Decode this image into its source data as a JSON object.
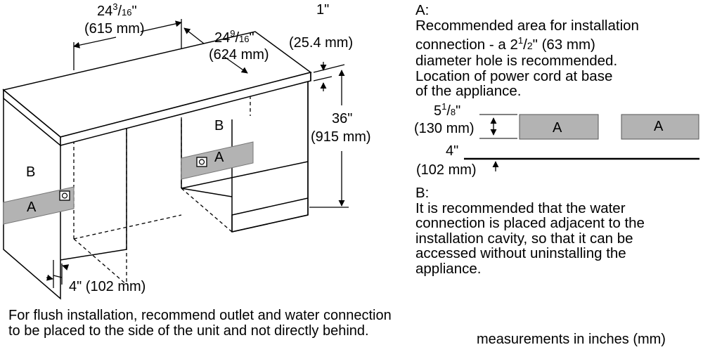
{
  "dimensions": {
    "depth_cabinet": {
      "whole": "24",
      "frac": "3",
      "denom": "16",
      "inch": "\"",
      "mm": "(615 mm)"
    },
    "depth_top": {
      "whole": "24",
      "frac": "9",
      "denom": "16",
      "inch": "\"",
      "mm": "(624 mm)"
    },
    "top_thickness": {
      "inch": "1\"",
      "mm": "(25.4 mm)"
    },
    "height": {
      "inch": "36\"",
      "mm": "(915 mm)"
    },
    "toe_kick": "4\" (102 mm)"
  },
  "zones": {
    "a_label": "A",
    "b_label": "B"
  },
  "note_a": {
    "label": "A:",
    "line1": "Recommended area for installation",
    "line2_pre": "connection - a 2",
    "line2_frac_num": "1",
    "line2_frac_den": "2",
    "line2_post": "\" (63 mm)",
    "line3": "diameter hole is recommended.",
    "line4": "Location of power cord at base",
    "line5": "of the appliance."
  },
  "detail": {
    "height_whole": "5",
    "height_frac": "1",
    "height_denom": "8",
    "height_inch": "\"",
    "height_mm": "(130 mm)",
    "offset_inch": "4\"",
    "offset_mm": "(102 mm)",
    "box_label": "A"
  },
  "note_b": {
    "label": "B:",
    "line1": "It is recommended that the water",
    "line2": "connection is placed adjacent to the",
    "line3": "installation cavity, so that it can be",
    "line4": "accessed without uninstalling the",
    "line5": "appliance."
  },
  "flush_note": {
    "line1": "For flush installation, recommend outlet and water connection",
    "line2": "to be placed to the side of the unit and not directly behind."
  },
  "measurements_note": "measurements in inches (mm)"
}
